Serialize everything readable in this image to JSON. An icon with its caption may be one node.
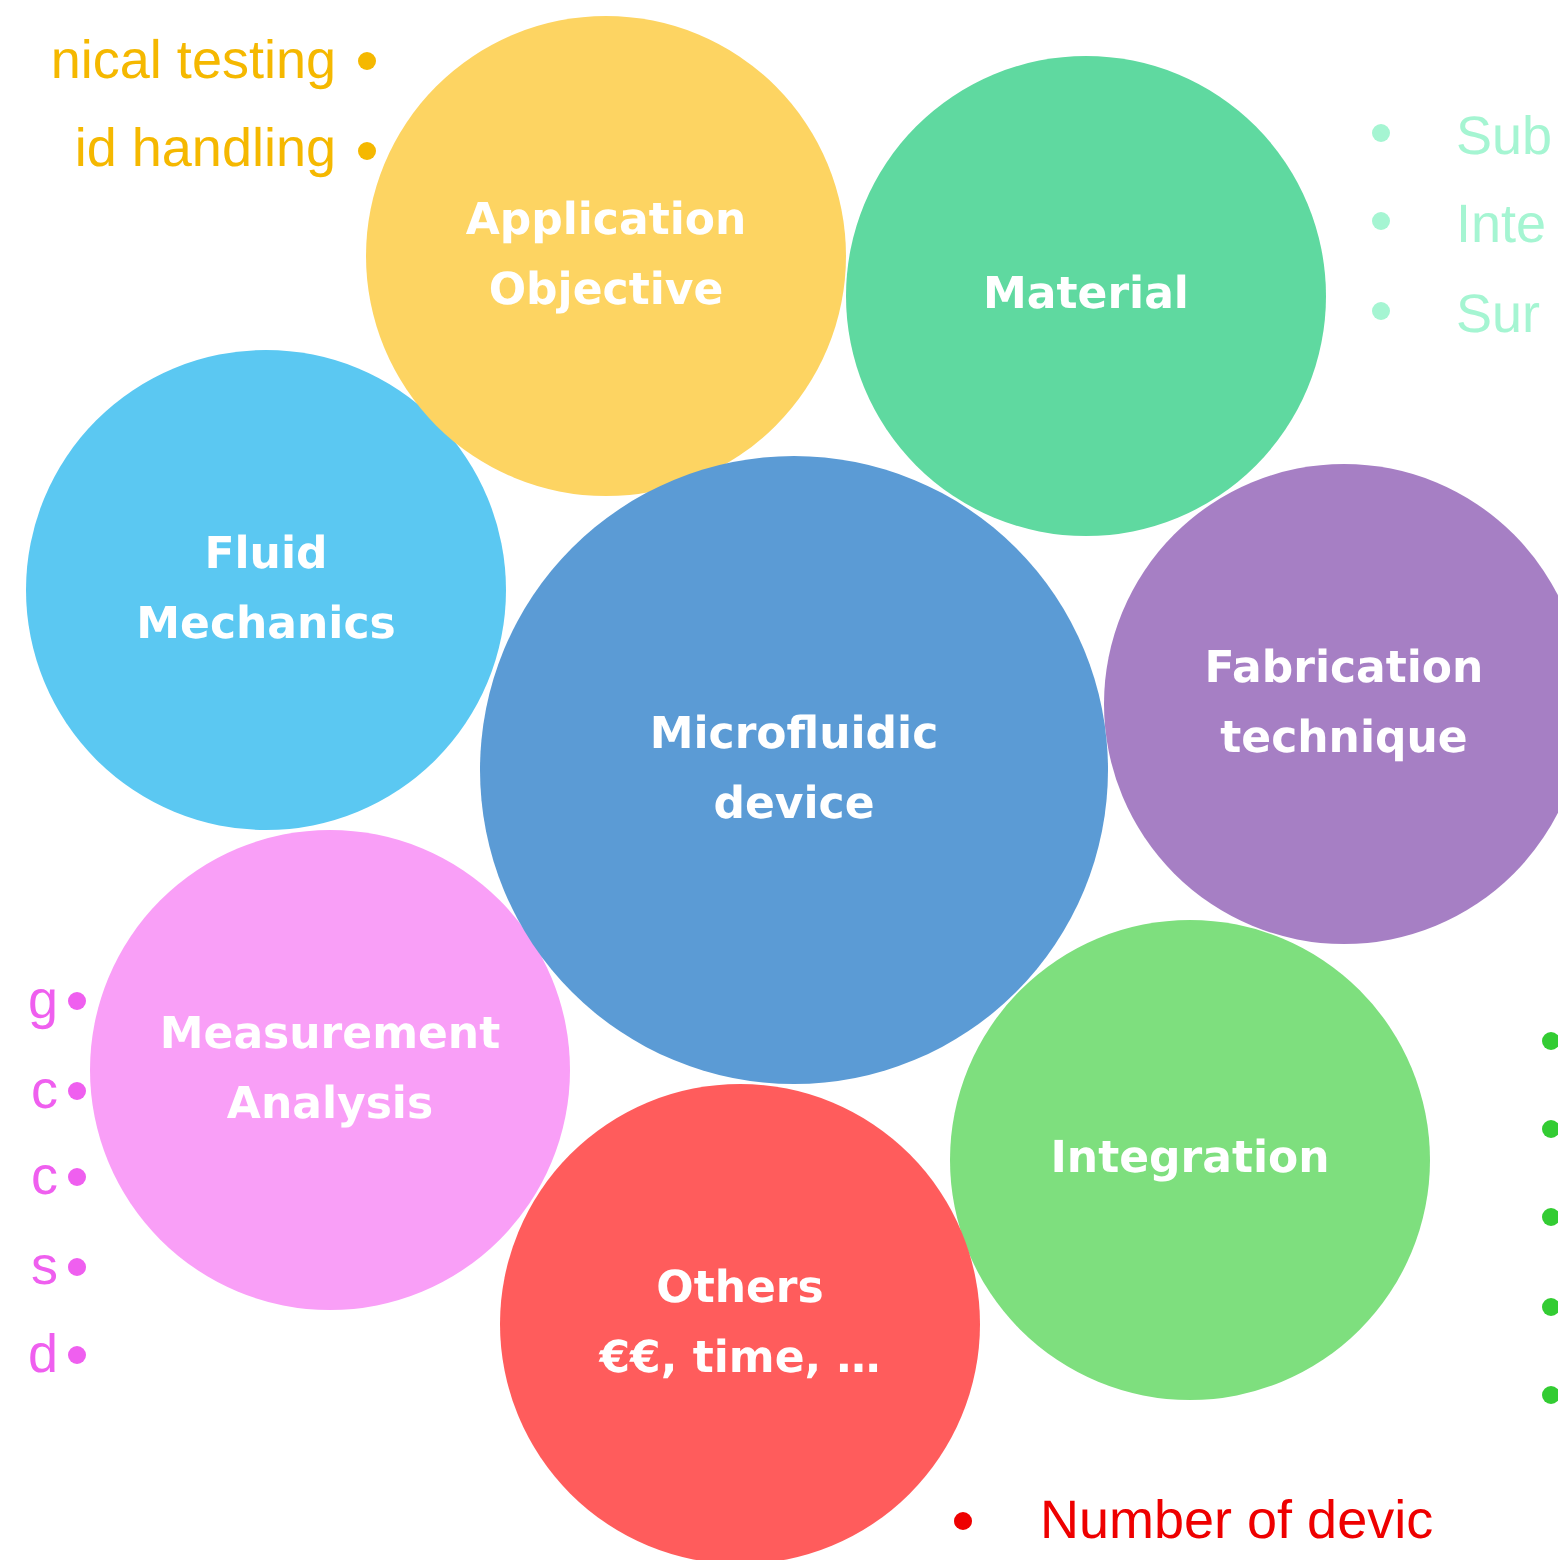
{
  "diagram": {
    "nodes": [
      {
        "text": [
          "Application Objective"
        ]
      },
      {
        "text": [
          "Material"
        ]
      },
      {
        "text": [
          "Fluid Mechanics"
        ]
      },
      {
        "text": [
          "Microfluidic device"
        ]
      },
      {
        "text": [
          "Fabrication technique"
        ]
      },
      {
        "text": [
          "Measurement Analysis"
        ]
      },
      {
        "text": [
          "Integration"
        ]
      },
      {
        "text": [
          "Others",
          "€€, time, …"
        ]
      }
    ],
    "edges": [],
    "labels": [
      "nical testing",
      "id handling",
      "Sub",
      "Inte",
      "Sur",
      "g",
      "c",
      "c",
      "s",
      "d",
      "Number of devic"
    ]
  }
}
